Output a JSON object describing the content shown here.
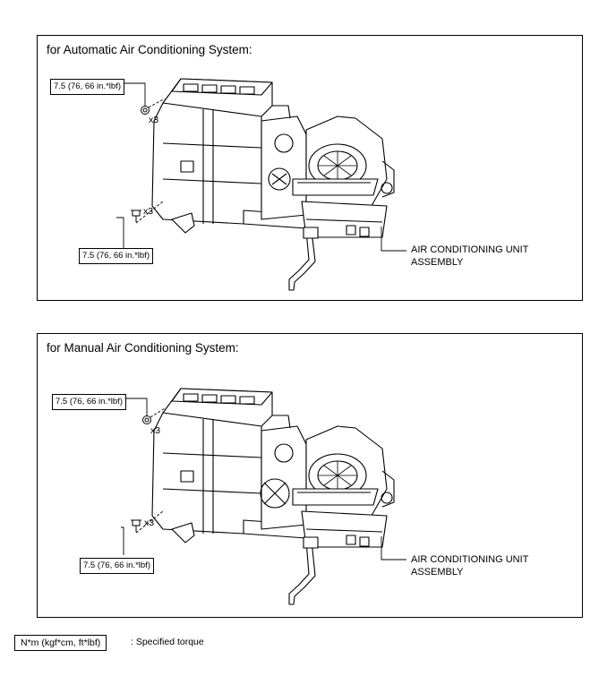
{
  "panels": [
    {
      "title": "for Automatic Air Conditioning System:",
      "upper_torque": "7.5 (76, 66 in.*lbf)",
      "upper_count": "x3",
      "lower_torque": "7.5 (76, 66 in.*lbf)",
      "lower_count": "x3",
      "callout_line1": "AIR CONDITIONING UNIT",
      "callout_line2": "ASSEMBLY"
    },
    {
      "title": "for Manual Air Conditioning System:",
      "upper_torque": "7.5 (76, 66 in.*lbf)",
      "upper_count": "x3",
      "lower_torque": "7.5 (76, 66 in.*lbf)",
      "lower_count": "x3",
      "callout_line1": "AIR CONDITIONING UNIT",
      "callout_line2": "ASSEMBLY"
    }
  ],
  "legend": {
    "unit": "N*m (kgf*cm, ft*lbf)",
    "description": ": Specified torque"
  }
}
